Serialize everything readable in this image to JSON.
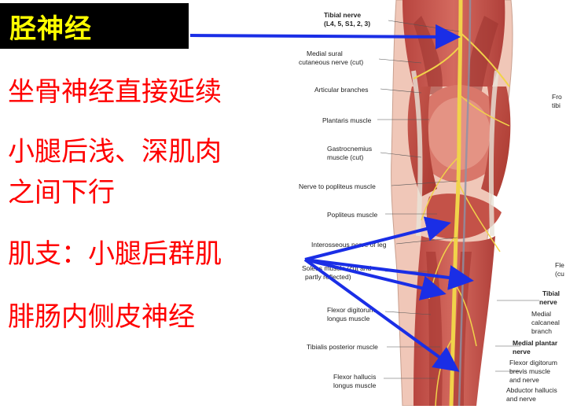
{
  "slide": {
    "title": "胫神经",
    "lines": [
      "坐骨神经直接延续",
      "小腿后浅、深肌肉",
      "之间下行",
      "肌支：小腿后群肌",
      "腓肠内侧皮神经"
    ]
  },
  "illustration": {
    "labels": {
      "tibial_nerve": "Tibial nerve",
      "tibial_roots": "(L4, 5, S1, 2, 3)",
      "medial_sural_1": "Medial sural",
      "medial_sural_2": "cutaneous nerve (cut)",
      "articular": "Articular branches",
      "plantaris": "Plantaris muscle",
      "gastroc_1": "Gastrocnemius",
      "gastroc_2": "muscle (cut)",
      "popliteus_nerve": "Nerve to popliteus muscle",
      "popliteus": "Popliteus muscle",
      "interosseous": "Interosseous nerve of leg",
      "soleus_1": "Soleus muscle (cut and",
      "soleus_2": "partly reflected)",
      "fdl_1": "Flexor digitorum",
      "fdl_2": "longus muscle",
      "tib_post": "Tibialis posterior muscle",
      "fhl_1": "Flexor hallucis",
      "fhl_2": "longus muscle",
      "right_fro": "Fro",
      "right_tibi": "tibi",
      "right_fle": "Fle",
      "right_cut": "(cu",
      "tibial_r1": "Tibial",
      "tibial_r2": "nerve",
      "med_calc_1": "Medial",
      "med_calc_2": "calcaneal",
      "med_calc_3": "branch",
      "med_plantar_1": "Medial plantar",
      "med_plantar_2": "nerve",
      "fdb_1": "Flexor digitorum",
      "fdb_2": "brevis muscle",
      "fdb_3": "and nerve",
      "abd_1": "Abductor hallucis",
      "abd_2": "and nerve"
    }
  },
  "colors": {
    "title_bg": "#000000",
    "title_text": "#ffff00",
    "body_text": "#ff0000",
    "arrow": "#1a2ee6",
    "muscle": "#c9574f",
    "nerve": "#f1d34a"
  }
}
